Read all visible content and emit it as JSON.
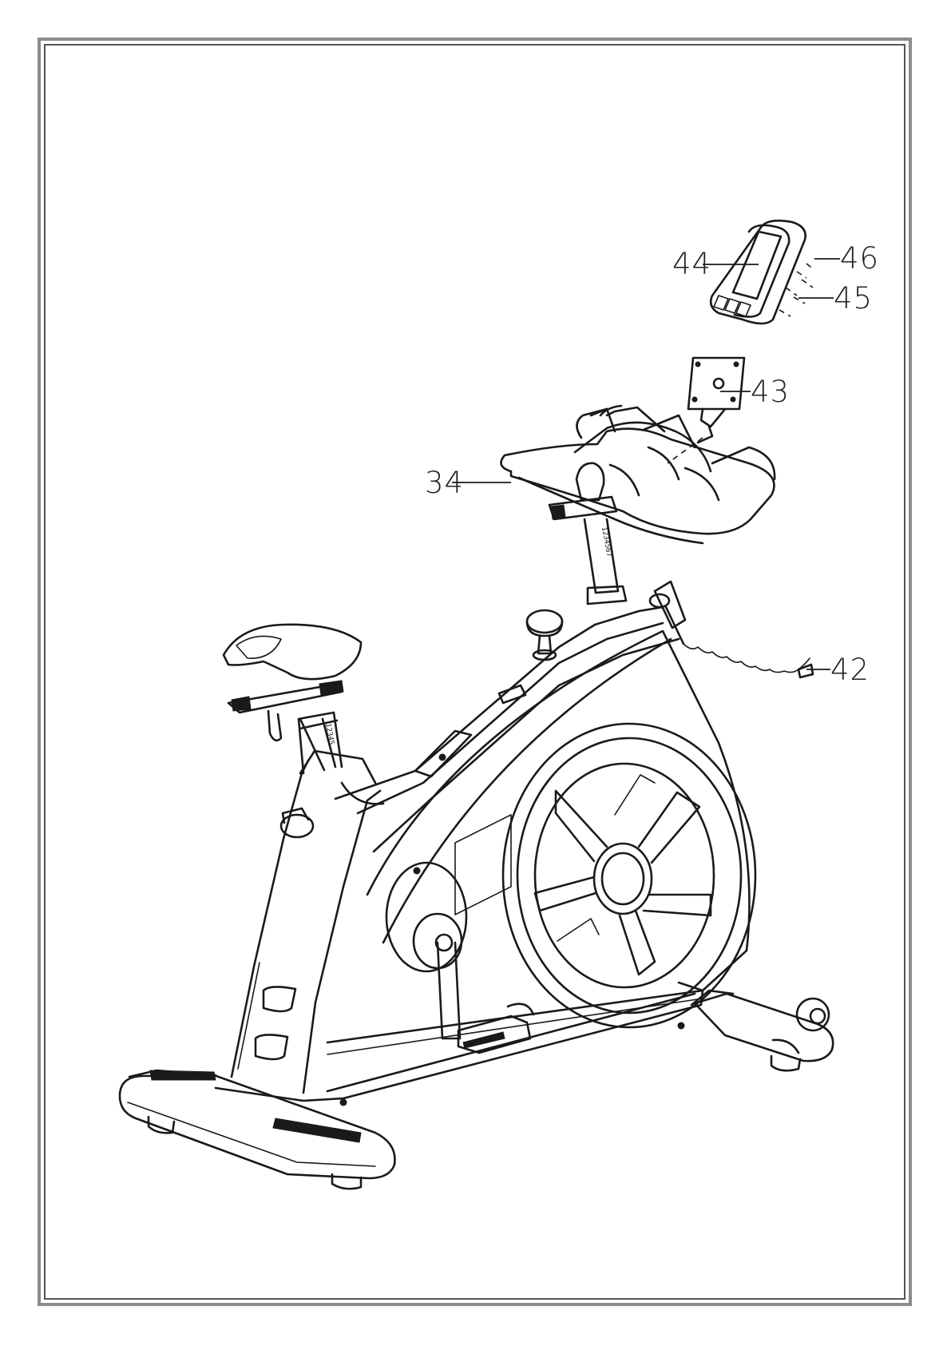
{
  "diagram": {
    "callouts": {
      "c34": "34",
      "c42": "42",
      "c43": "43",
      "c44": "44",
      "c45": "45",
      "c46": "46"
    },
    "seat_post_scale": "12345",
    "handlebar_post_scale": "1234567"
  },
  "colors": {
    "line": "#1a1a1a",
    "frame_outer": "#8c8c8c",
    "frame_inner": "#555555",
    "background": "#ffffff"
  }
}
